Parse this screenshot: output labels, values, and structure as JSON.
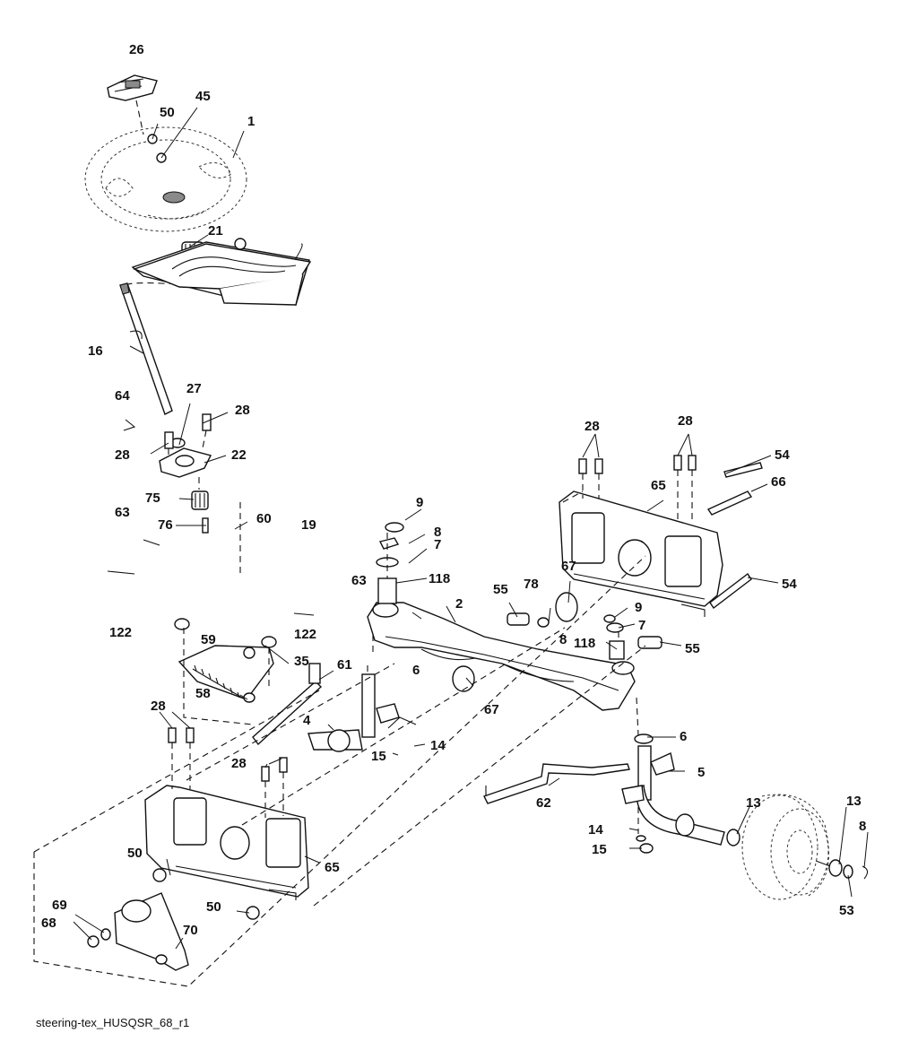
{
  "caption": "steering-tex_HUSQSR_68_r1",
  "callouts": [
    {
      "id": "c26",
      "text": "26"
    },
    {
      "id": "c45",
      "text": "45"
    },
    {
      "id": "c50a",
      "text": "50"
    },
    {
      "id": "c1",
      "text": "1"
    },
    {
      "id": "c21",
      "text": "21"
    },
    {
      "id": "c16",
      "text": "16"
    },
    {
      "id": "c64",
      "text": "64"
    },
    {
      "id": "c27",
      "text": "27"
    },
    {
      "id": "c28a",
      "text": "28"
    },
    {
      "id": "c28b",
      "text": "28"
    },
    {
      "id": "c22",
      "text": "22"
    },
    {
      "id": "c75",
      "text": "75"
    },
    {
      "id": "c76",
      "text": "76"
    },
    {
      "id": "c60",
      "text": "60"
    },
    {
      "id": "c63a",
      "text": "63"
    },
    {
      "id": "c19",
      "text": "19"
    },
    {
      "id": "c63b",
      "text": "63"
    },
    {
      "id": "c122a",
      "text": "122"
    },
    {
      "id": "c59",
      "text": "59"
    },
    {
      "id": "c122b",
      "text": "122"
    },
    {
      "id": "c35",
      "text": "35"
    },
    {
      "id": "c58",
      "text": "58"
    },
    {
      "id": "c61",
      "text": "61"
    },
    {
      "id": "c28c",
      "text": "28"
    },
    {
      "id": "c28d",
      "text": "28"
    },
    {
      "id": "c4",
      "text": "4"
    },
    {
      "id": "c14a",
      "text": "14"
    },
    {
      "id": "c15a",
      "text": "15"
    },
    {
      "id": "c65a",
      "text": "65"
    },
    {
      "id": "c50b",
      "text": "50"
    },
    {
      "id": "c50c",
      "text": "50"
    },
    {
      "id": "c69",
      "text": "69"
    },
    {
      "id": "c68",
      "text": "68"
    },
    {
      "id": "c70",
      "text": "70"
    },
    {
      "id": "c9a",
      "text": "9"
    },
    {
      "id": "c8a",
      "text": "8"
    },
    {
      "id": "c7a",
      "text": "7"
    },
    {
      "id": "c118a",
      "text": "118"
    },
    {
      "id": "c2",
      "text": "2"
    },
    {
      "id": "c55a",
      "text": "55"
    },
    {
      "id": "c78",
      "text": "78"
    },
    {
      "id": "c67a",
      "text": "67"
    },
    {
      "id": "c6a",
      "text": "6"
    },
    {
      "id": "c67b",
      "text": "67"
    },
    {
      "id": "c28e",
      "text": "28"
    },
    {
      "id": "c28f",
      "text": "28"
    },
    {
      "id": "c65b",
      "text": "65"
    },
    {
      "id": "c54a",
      "text": "54"
    },
    {
      "id": "c66",
      "text": "66"
    },
    {
      "id": "c54b",
      "text": "54"
    },
    {
      "id": "c9b",
      "text": "9"
    },
    {
      "id": "c8b",
      "text": "8"
    },
    {
      "id": "c7b",
      "text": "7"
    },
    {
      "id": "c118b",
      "text": "118"
    },
    {
      "id": "c55b",
      "text": "55"
    },
    {
      "id": "c6b",
      "text": "6"
    },
    {
      "id": "c5",
      "text": "5"
    },
    {
      "id": "c62",
      "text": "62"
    },
    {
      "id": "c14b",
      "text": "14"
    },
    {
      "id": "c15b",
      "text": "15"
    },
    {
      "id": "c13a",
      "text": "13"
    },
    {
      "id": "c13b",
      "text": "13"
    },
    {
      "id": "c8c",
      "text": "8"
    },
    {
      "id": "c53",
      "text": "53"
    }
  ]
}
